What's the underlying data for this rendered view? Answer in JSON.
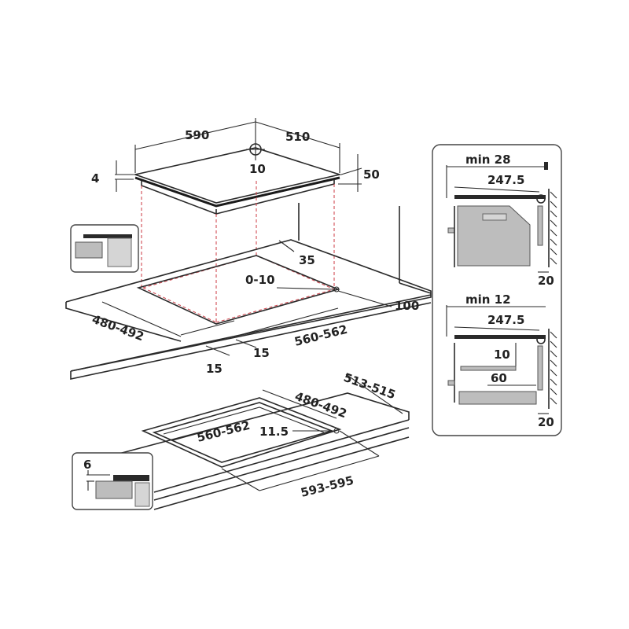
{
  "colors": {
    "line": "#2a2a2a",
    "dashed_guide": "#d04a52",
    "fill_grey": "#bdbdbd",
    "fill_light_grey": "#d5d5d5",
    "background": "#ffffff"
  },
  "hob_top": {
    "width": "590",
    "depth": "510",
    "edge_thickness": "4",
    "height": "50",
    "corner_radius": "10"
  },
  "cutout_top": {
    "depth": "480-492",
    "width": "560-562",
    "corner": "0-10",
    "front_gap_left": "15",
    "front_gap_right": "15",
    "rear_gap": "35",
    "side_gap": "100"
  },
  "cutout_bottom": {
    "outer_width": "593-595",
    "outer_depth": "513-515",
    "inner_depth": "480-492",
    "inner_width": "560-562",
    "corner": "11.5",
    "rebate_depth": "6"
  },
  "side_panel_oven": {
    "min_label": "min 28",
    "depth": "247.5",
    "wall_gap": "20"
  },
  "side_panel_drawer": {
    "min_label": "min 12",
    "depth": "247.5",
    "gap_vertical": "10",
    "gap_horizontal": "60",
    "wall_gap": "20"
  }
}
